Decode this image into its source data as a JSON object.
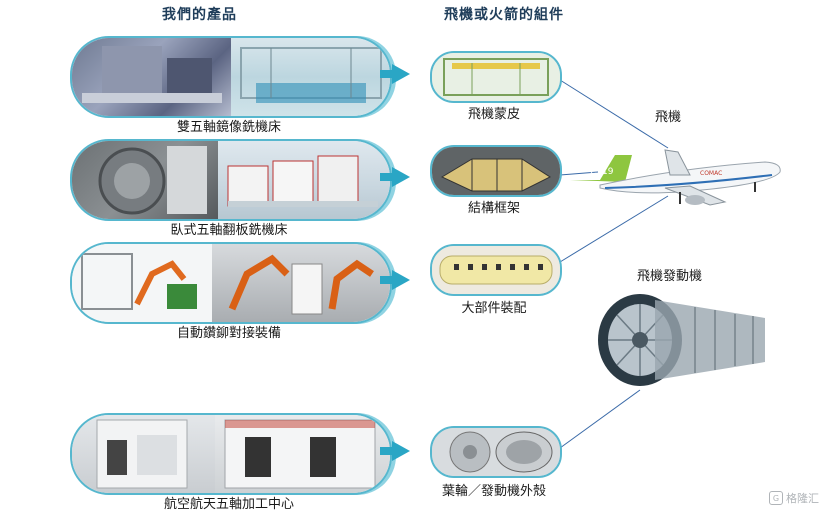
{
  "headers": {
    "products": "我們的產品",
    "components": "飛機或火箭的組件"
  },
  "products": [
    {
      "label": "雙五軸鏡像銑機床"
    },
    {
      "label": "臥式五軸翻板銑機床"
    },
    {
      "label": "自動鑽鉚對接裝備"
    },
    {
      "label": "航空航天五軸加工中心"
    }
  ],
  "components": [
    {
      "label": "飛機蒙皮"
    },
    {
      "label": "結構框架"
    },
    {
      "label": "大部件裝配"
    },
    {
      "label": "葉輪／發動機外殼"
    }
  ],
  "targets": {
    "aircraft": "飛機",
    "engine": "飛機發動機"
  },
  "aircraft_marks": {
    "tail": "C919",
    "side": "COMAC"
  },
  "watermark": {
    "text": "格隆汇",
    "icon": "G"
  },
  "colors": {
    "accent": "#2aa6c5",
    "border": "#56b7ce",
    "header": "#1f3d5a",
    "link": "#3a6aa8"
  }
}
